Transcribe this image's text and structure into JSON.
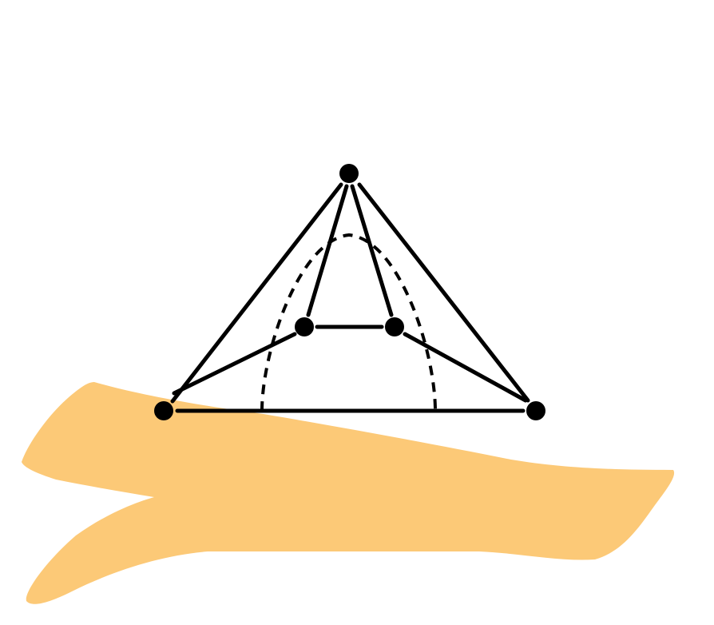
{
  "diagram": {
    "type": "graph-drawing",
    "colors": {
      "background": "#ffffff",
      "region_fill": "#fcc977",
      "edge": "#000000",
      "vertex": "#000000",
      "curve": "#000000"
    },
    "vertices": [
      "top",
      "inner-left",
      "inner-right",
      "bottom-left",
      "bottom-right"
    ],
    "edges": [
      [
        "top",
        "bottom-left"
      ],
      [
        "top",
        "bottom-right"
      ],
      [
        "top",
        "inner-left"
      ],
      [
        "top",
        "inner-right"
      ],
      [
        "inner-left",
        "inner-right"
      ],
      [
        "inner-left",
        "bottom-left"
      ],
      [
        "inner-right",
        "bottom-right"
      ],
      [
        "bottom-left",
        "bottom-right"
      ]
    ],
    "dashed_curve": "arch",
    "shaded_region": "branching-band"
  }
}
